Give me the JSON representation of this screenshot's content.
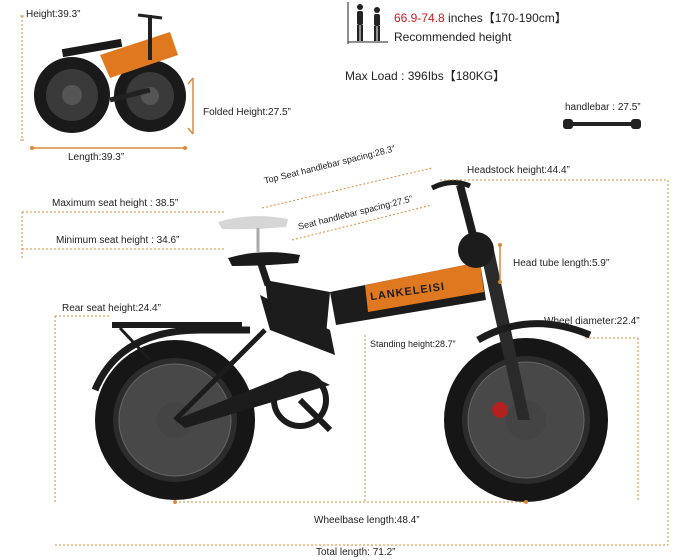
{
  "spec": {
    "height_label": "Height:39.3”",
    "folded_height_label": "Folded Height:27.5”",
    "length_label": "Length:39.3”",
    "height_range": "66.9-74.8",
    "height_unit": " inches【170-190cm】",
    "recommended_height": "Recommended height",
    "max_load": "Max Load : 396Ibs【180KG】",
    "handlebar": "handlebar : 27.5”",
    "top_seat_spacing": "Top Seat handlebar spacing:28.3”",
    "seat_spacing": "Seat handlebar spacing:27.5”",
    "headstock_height": "Headstock height:44.4”",
    "max_seat_height": "Maximum seat height : 38.5”",
    "min_seat_height": "Minimum seat height : 34.6”",
    "head_tube_length": "Head tube length:5.9”",
    "rear_seat_height": "Rear seat height:24.4”",
    "wheel_diameter": "Wheel diameter:22.4”",
    "standing_height": "Standing height:28.7”",
    "wheelbase_length": "Wheelbase length:48.4”",
    "total_length": "Total length: 71.2”"
  },
  "brand": {
    "frame_logo": "LANKELEISI"
  },
  "colors": {
    "accent_orange": "#e0781f",
    "frame_black": "#1c1c1c",
    "guide_orange": "#d98b3a",
    "height_red": "#c81e1e"
  },
  "icons": [
    "person-silhouette-icon",
    "handlebar-icon",
    "folded-bike-icon",
    "bike-icon"
  ]
}
